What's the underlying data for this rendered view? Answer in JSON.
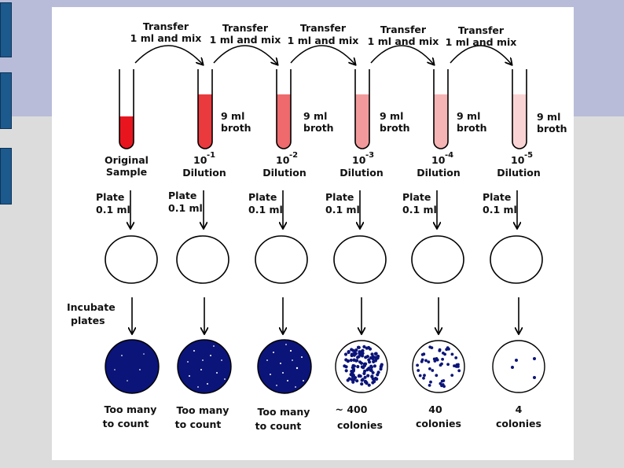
{
  "colors": {
    "band": "#b8bcd8",
    "sidebar_tab": "#1c5a8e",
    "plate_fill": "#0b1478",
    "colony": "#0b1478",
    "tube_liquids": [
      "#e8151f",
      "#ea3a3e",
      "#ee6a6d",
      "#f29a9b",
      "#f6b4b5",
      "#fad4d4"
    ]
  },
  "transfers": [
    {
      "line1": "Transfer",
      "line2": "1 ml and mix"
    },
    {
      "line1": "Transfer",
      "line2": "1 ml and mix"
    },
    {
      "line1": "Transfer",
      "line2": "1 ml and mix"
    },
    {
      "line1": "Transfer",
      "line2": "1 ml and mix"
    },
    {
      "line1": "Transfer",
      "line2": "1 ml and mix"
    }
  ],
  "tubes": [
    {
      "label1": "Original",
      "label2": "Sample",
      "broth1": "",
      "broth2": "",
      "exp": ""
    },
    {
      "label1": "10",
      "exp": "-1",
      "label2": "Dilution",
      "broth1": "9 ml",
      "broth2": "broth"
    },
    {
      "label1": "10",
      "exp": "-2",
      "label2": "Dilution",
      "broth1": "9 ml",
      "broth2": "broth"
    },
    {
      "label1": "10",
      "exp": "-3",
      "label2": "Dilution",
      "broth1": "9 ml",
      "broth2": "broth"
    },
    {
      "label1": "10",
      "exp": "-4",
      "label2": "Dilution",
      "broth1": "9 ml",
      "broth2": "broth"
    },
    {
      "label1": "10",
      "exp": "-5",
      "label2": "Dilution",
      "broth1": "9 ml",
      "broth2": "broth"
    }
  ],
  "plate_steps": [
    {
      "line1": "Plate",
      "line2": "0.1 ml"
    },
    {
      "line1": "Plate",
      "line2": "0.1 ml"
    },
    {
      "line1": "Plate",
      "line2": "0.1 ml"
    },
    {
      "line1": "Plate",
      "line2": "0.1 ml"
    },
    {
      "line1": "Plate",
      "line2": "0.1 ml"
    },
    {
      "line1": "Plate",
      "line2": "0.1 ml"
    }
  ],
  "incubate": {
    "line1": "Incubate",
    "line2": "plates"
  },
  "results": [
    {
      "line1": "Too many",
      "line2": "to count"
    },
    {
      "line1": "Too many",
      "line2": "to count"
    },
    {
      "line1": "Too many",
      "line2": "to count"
    },
    {
      "line1": "~ 400",
      "line2": "colonies"
    },
    {
      "line1": "40",
      "line2": "colonies"
    },
    {
      "line1": "4",
      "line2": "colonies"
    }
  ]
}
